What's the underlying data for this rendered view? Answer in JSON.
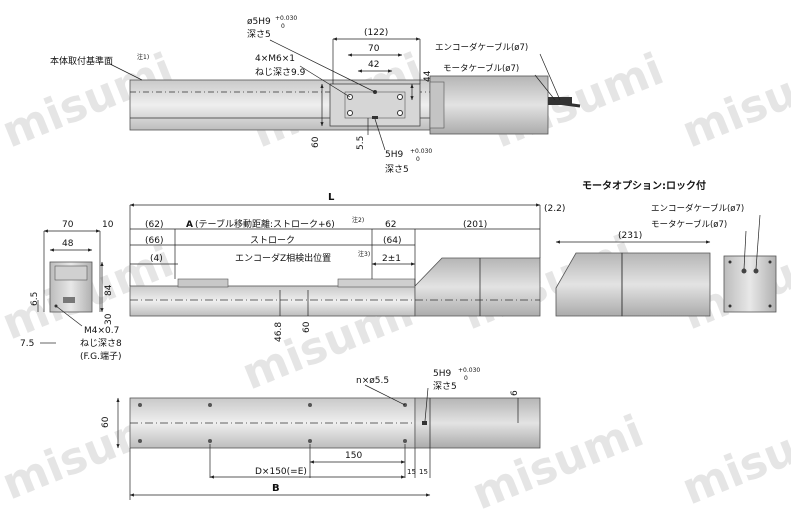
{
  "watermark": "misumi",
  "top_view": {
    "labels": {
      "base_ref": "本体取付基準面",
      "base_ref_note": "注1)",
      "pin_hole": "ø5H9",
      "pin_tol_upper": "+0.030",
      "pin_tol_lower": "0",
      "pin_depth": "深さ5",
      "tap": "4×M6×1",
      "tap_depth": "ねじ深さ9.9",
      "enc_cable": "エンコーダケーブル(ø7)",
      "mot_cable": "モータケーブル(ø7)",
      "slot": "5H9",
      "slot_tol_upper": "+0.030",
      "slot_tol_lower": "0",
      "slot_depth": "深さ5"
    },
    "dims": {
      "d122": "(122)",
      "d70": "70",
      "d42": "42",
      "d44": "44",
      "d60": "60",
      "d55": "5.5"
    }
  },
  "front_view": {
    "labels": {
      "L": "L",
      "A_part1": "A",
      "A_part2": "(テーブル移動距離:ストローク+6)",
      "A_note": "注2)",
      "stroke": "ストローク",
      "enc_z": "エンコーダZ相検出位置",
      "enc_note": "注3)"
    },
    "dims": {
      "d10": "10",
      "d62a": "(62)",
      "d66": "(66)",
      "d4": "(4)",
      "d62": "62",
      "d64": "(64)",
      "d2pm1": "2±1",
      "d201": "(201)",
      "d22": "(2.2)",
      "d468": "46.8",
      "d60": "60"
    }
  },
  "side_view": {
    "labels": {
      "tap": "M4×0.7",
      "tap_depth": "ねじ深さ8",
      "fg": "(F.G.端子)"
    },
    "dims": {
      "d70": "70",
      "d48": "48",
      "d65": "6.5",
      "d84": "84",
      "d30": "30",
      "d75": "7.5"
    }
  },
  "bottom_view": {
    "labels": {
      "nholes": "n×ø5.5",
      "slot": "5H9",
      "slot_tol_upper": "+0.030",
      "slot_tol_lower": "0",
      "slot_depth": "深さ5",
      "pitch": "D×150(=E)",
      "B": "B"
    },
    "dims": {
      "d60": "60",
      "d150": "150",
      "d15a": "15",
      "d15b": "15",
      "d6": "6"
    }
  },
  "lock_option": {
    "title": "モータオプション:ロック付",
    "enc_cable": "エンコーダケーブル(ø7)",
    "mot_cable": "モータケーブル(ø7)",
    "d231": "(231)"
  }
}
